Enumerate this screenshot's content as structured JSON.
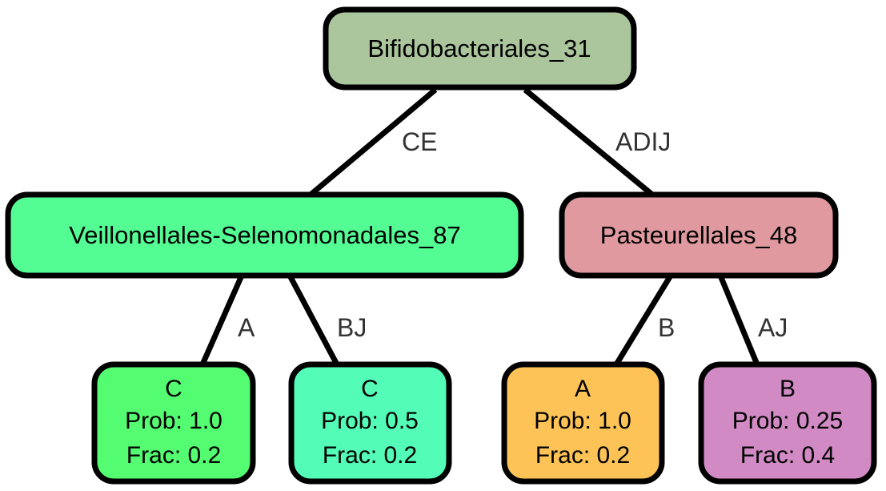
{
  "nodes": {
    "root": {
      "label": "Bifidobacteriales_31",
      "color": "#abc59d"
    },
    "left": {
      "label": "Veillonellales-Selenomonadales_87",
      "color": "#54fd94"
    },
    "right": {
      "label": "Pasteurellales_48",
      "color": "#e0999f"
    },
    "leaf1": {
      "class": "C",
      "prob": "Prob: 1.0",
      "frac": "Frac: 0.2",
      "color": "#53fc71"
    },
    "leaf2": {
      "class": "C",
      "prob": "Prob: 0.5",
      "frac": "Frac: 0.2",
      "color": "#53fdb7"
    },
    "leaf3": {
      "class": "A",
      "prob": "Prob: 1.0",
      "frac": "Frac: 0.2",
      "color": "#fdc357"
    },
    "leaf4": {
      "class": "B",
      "prob": "Prob: 0.25",
      "frac": "Frac: 0.4",
      "color": "#d18ac4"
    }
  },
  "edges": {
    "root_left": "CE",
    "root_right": "ADIJ",
    "left_leaf1": "A",
    "left_leaf2": "BJ",
    "right_leaf3": "B",
    "right_leaf4": "AJ"
  }
}
